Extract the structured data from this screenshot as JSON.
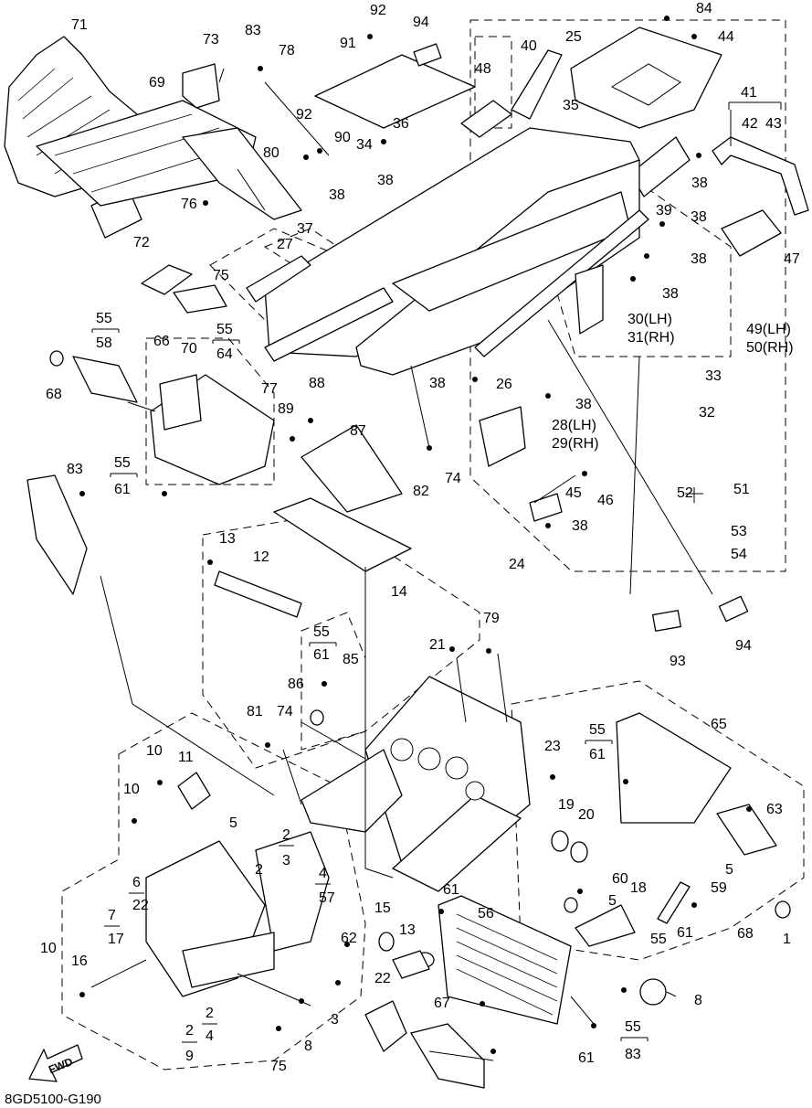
{
  "figure": {
    "reference_code": "8GD5100-G190",
    "fwd_label": "FWD"
  },
  "callouts": [
    "71",
    "73",
    "83",
    "78",
    "92",
    "91",
    "94",
    "84",
    "44",
    "25",
    "40",
    "48",
    "69",
    "92",
    "90",
    "36",
    "34",
    "38",
    "38",
    "35",
    "41",
    "42",
    "43",
    "80",
    "76",
    "38",
    "39",
    "38",
    "72",
    "27",
    "37",
    "75",
    "38",
    "47",
    "38",
    "70",
    "55",
    "58",
    "55",
    "64",
    "66",
    "77",
    "30(LH)",
    "31(RH)",
    "49(LH)",
    "50(RH)",
    "68",
    "38",
    "26",
    "33",
    "32",
    "88",
    "89",
    "87",
    "38",
    "28(LH)",
    "29(RH)",
    "83",
    "55",
    "61",
    "82",
    "74",
    "51",
    "52",
    "46",
    "45",
    "53",
    "38",
    "54",
    "13",
    "12",
    "24",
    "14",
    "55",
    "61",
    "85",
    "79",
    "21",
    "93",
    "94",
    "86",
    "81",
    "74",
    "65",
    "55",
    "61",
    "10",
    "11",
    "23",
    "10",
    "19",
    "20",
    "63",
    "5",
    "2",
    "3",
    "2",
    "4",
    "57",
    "5",
    "6",
    "22",
    "61",
    "60",
    "59",
    "18",
    "15",
    "56",
    "5",
    "7",
    "17",
    "13",
    "62",
    "61",
    "55",
    "68",
    "1",
    "10",
    "16",
    "22",
    "67",
    "8",
    "3",
    "2",
    "4",
    "2",
    "9",
    "8",
    "75",
    "61",
    "55",
    "83"
  ]
}
